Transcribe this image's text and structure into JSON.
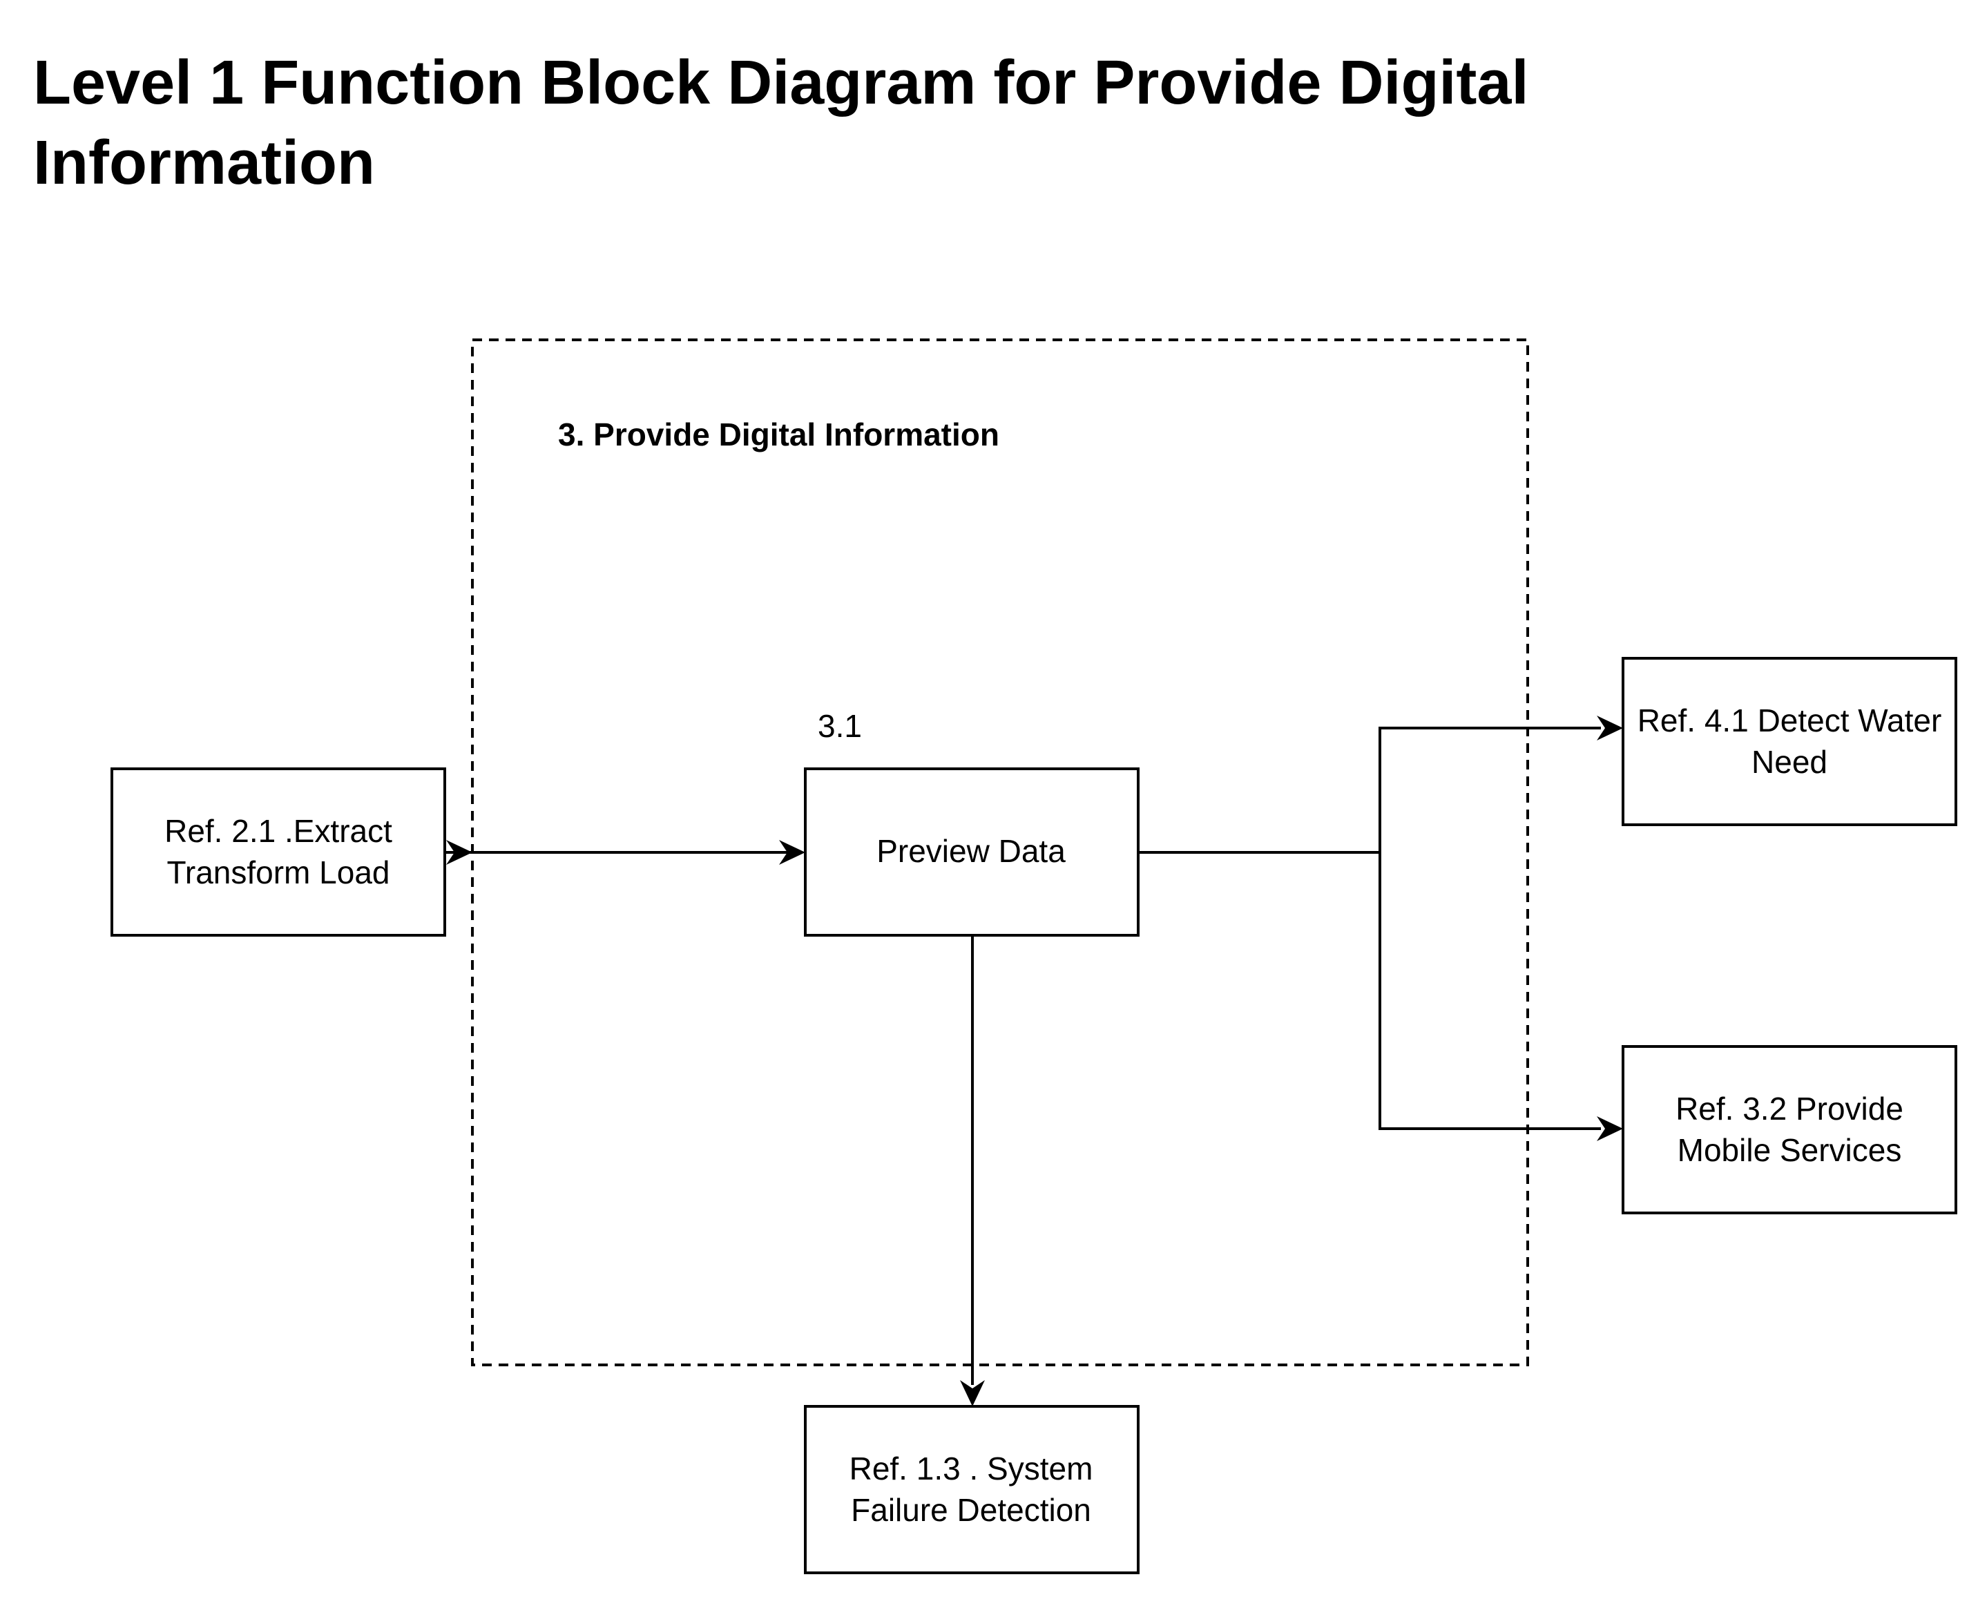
{
  "title": "Level 1 Function Block Diagram for Provide Digital Information",
  "group": {
    "label": "3. Provide Digital Information"
  },
  "function_number": "3.1",
  "blocks": {
    "extract": {
      "line1": "Ref. 2.1 .Extract",
      "line2": "Transform Load"
    },
    "preview": {
      "line1": "Preview Data"
    },
    "detect": {
      "line1": "Ref. 4.1 Detect Water",
      "line2": "Need"
    },
    "mobile": {
      "line1": "Ref. 3.2 Provide",
      "line2": "Mobile Services"
    },
    "failure": {
      "line1": "Ref. 1.3 . System",
      "line2": "Failure Detection"
    }
  },
  "flows": [
    {
      "from": "Ref. 2.1 .Extract Transform Load",
      "to": "Preview Data"
    },
    {
      "from": "Preview Data",
      "to": "Ref. 4.1 Detect Water Need"
    },
    {
      "from": "Preview Data",
      "to": "Ref. 3.2 Provide Mobile Services"
    },
    {
      "from": "Preview Data",
      "to": "Ref. 1.3 . System Failure Detection"
    }
  ]
}
